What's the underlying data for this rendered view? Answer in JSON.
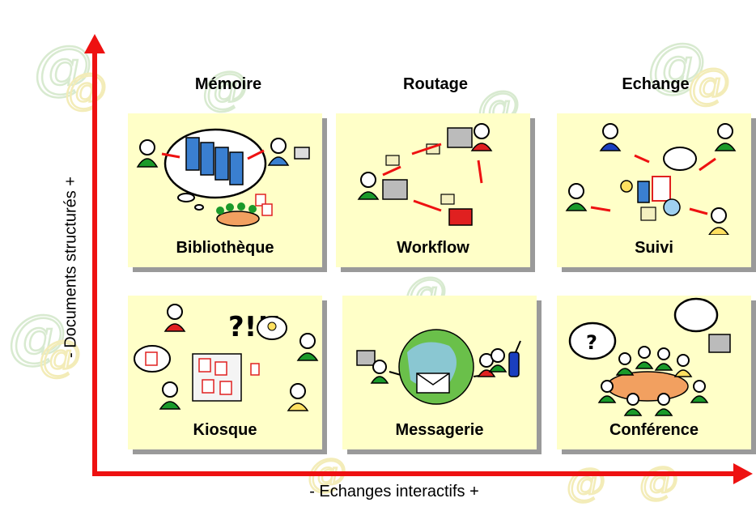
{
  "columns": [
    "Mémoire",
    "Routage",
    "Echange"
  ],
  "cards": [
    {
      "label": "Bibliothèque"
    },
    {
      "label": "Workflow"
    },
    {
      "label": "Suivi"
    },
    {
      "label": "Kiosque"
    },
    {
      "label": "Messagerie"
    },
    {
      "label": "Conférence"
    }
  ],
  "axes": {
    "y_label": "- Documents structurés  +",
    "x_label": "- Echanges interactifs +"
  },
  "colors": {
    "axis": "#ee1111",
    "card": "#ffffc8",
    "watermark": "#c8e0c0"
  }
}
